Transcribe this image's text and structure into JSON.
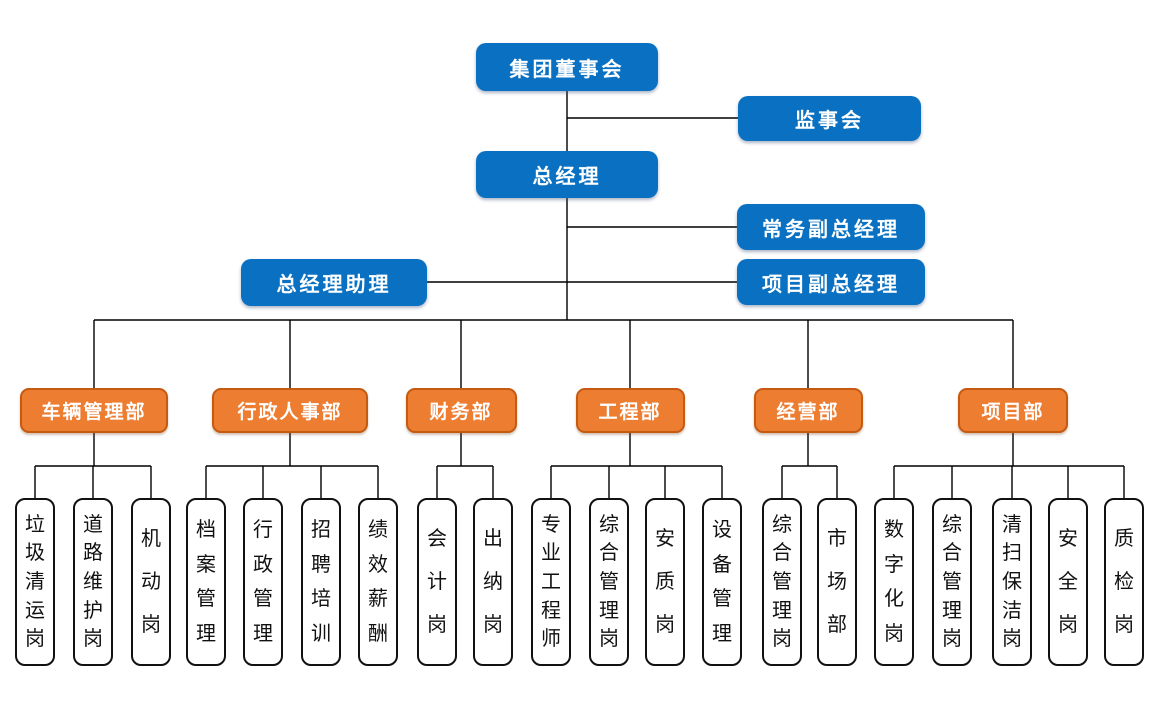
{
  "org": {
    "board": "集团董事会",
    "supervisory": "监事会",
    "general_manager": "总经理",
    "executive_deputy_gm": "常务副总经理",
    "gm_assistant": "总经理助理",
    "project_deputy_gm": "项目副总经理",
    "departments": [
      {
        "name": "车辆管理部",
        "positions": [
          "垃圾清运岗",
          "道路维护岗",
          "机动岗"
        ]
      },
      {
        "name": "行政人事部",
        "positions": [
          "档案管理",
          "行政管理",
          "招聘培训",
          "绩效薪酬"
        ]
      },
      {
        "name": "财务部",
        "positions": [
          "会计岗",
          "出纳岗"
        ]
      },
      {
        "name": "工程部",
        "positions": [
          "专业工程师",
          "综合管理岗",
          "安质岗",
          "设备管理"
        ]
      },
      {
        "name": "经营部",
        "positions": [
          "综合管理岗",
          "市场部"
        ]
      },
      {
        "name": "项目部",
        "positions": [
          "数字化岗",
          "综合管理岗",
          "清扫保洁岗",
          "安全岗",
          "质检岗"
        ]
      }
    ]
  },
  "colors": {
    "blue": "#0A71C2",
    "orange": "#ED7D31",
    "orange_border": "#C55A11",
    "position_fill": "#FFFFFF",
    "position_border": "#111111",
    "line": "#000000",
    "text_on_color": "#FFFFFF",
    "text_on_white": "#111111"
  }
}
